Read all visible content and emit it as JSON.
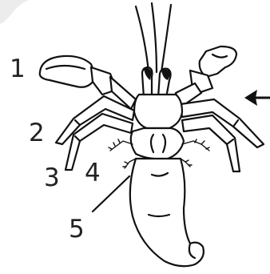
{
  "labels": {
    "l1": "1",
    "l2": "2",
    "l3": "3",
    "l4": "4",
    "l5": "5"
  },
  "arrow": {
    "color": "#111111"
  }
}
